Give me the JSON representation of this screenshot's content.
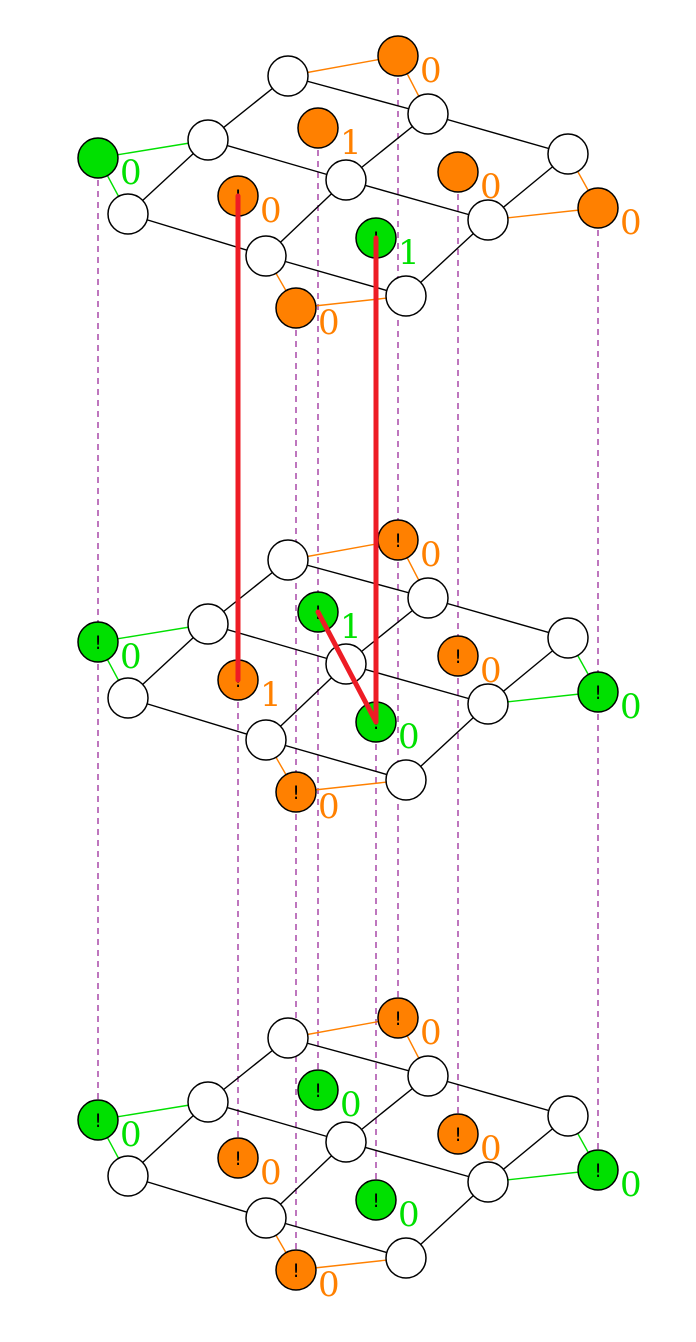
{
  "colors": {
    "orange": "#ff8000",
    "green": "#00e000",
    "white": "#ffffff",
    "outline": "#000000",
    "dashed": "#9b2c9b",
    "highlight": "#ee1c25"
  },
  "marker_text": "!",
  "layers": [
    {
      "name": "top",
      "nodes": [
        {
          "id": "L0a",
          "color": "green",
          "label": "0",
          "mark": false
        },
        {
          "id": "O1a",
          "color": "orange",
          "label": "0",
          "mark": false
        },
        {
          "id": "R0a",
          "color": "orange",
          "label": "0",
          "mark": false
        },
        {
          "id": "B0a",
          "color": "orange",
          "label": "0",
          "mark": false
        },
        {
          "id": "Cb",
          "color": "orange",
          "label": "1",
          "mark": false
        },
        {
          "id": "Cc",
          "color": "orange",
          "label": "0",
          "mark": false
        },
        {
          "id": "Ca",
          "color": "orange",
          "label": "0",
          "mark": true
        },
        {
          "id": "Cd",
          "color": "green",
          "label": "1",
          "mark": true
        }
      ]
    },
    {
      "name": "middle",
      "nodes": [
        {
          "id": "L0a",
          "color": "green",
          "label": "0",
          "mark": true
        },
        {
          "id": "O1a",
          "color": "orange",
          "label": "0",
          "mark": true
        },
        {
          "id": "R0a",
          "color": "green",
          "label": "0",
          "mark": true
        },
        {
          "id": "B0a",
          "color": "orange",
          "label": "0",
          "mark": true
        },
        {
          "id": "Cb",
          "color": "green",
          "label": "1",
          "mark": true
        },
        {
          "id": "Cc",
          "color": "orange",
          "label": "0",
          "mark": true
        },
        {
          "id": "Ca",
          "color": "orange",
          "label": "1",
          "mark": true
        },
        {
          "id": "Cd",
          "color": "green",
          "label": "0",
          "mark": true
        }
      ]
    },
    {
      "name": "bottom",
      "nodes": [
        {
          "id": "L0a",
          "color": "green",
          "label": "0",
          "mark": true
        },
        {
          "id": "O1a",
          "color": "orange",
          "label": "0",
          "mark": true
        },
        {
          "id": "R0a",
          "color": "green",
          "label": "0",
          "mark": true
        },
        {
          "id": "B0a",
          "color": "orange",
          "label": "0",
          "mark": true
        },
        {
          "id": "Cb",
          "color": "green",
          "label": "0",
          "mark": true
        },
        {
          "id": "Cc",
          "color": "orange",
          "label": "0",
          "mark": true
        },
        {
          "id": "Ca",
          "color": "orange",
          "label": "0",
          "mark": true
        },
        {
          "id": "Cd",
          "color": "green",
          "label": "0",
          "mark": true
        }
      ]
    }
  ],
  "highlight_edges": [
    {
      "from": {
        "layer": 0,
        "node": "Ca"
      },
      "to": {
        "layer": 1,
        "node": "Ca"
      }
    },
    {
      "from": {
        "layer": 0,
        "node": "Cd"
      },
      "to": {
        "layer": 1,
        "node": "Cd"
      }
    },
    {
      "from": {
        "layer": 1,
        "node": "Cb"
      },
      "to": {
        "layer": 1,
        "node": "Cd"
      }
    }
  ]
}
